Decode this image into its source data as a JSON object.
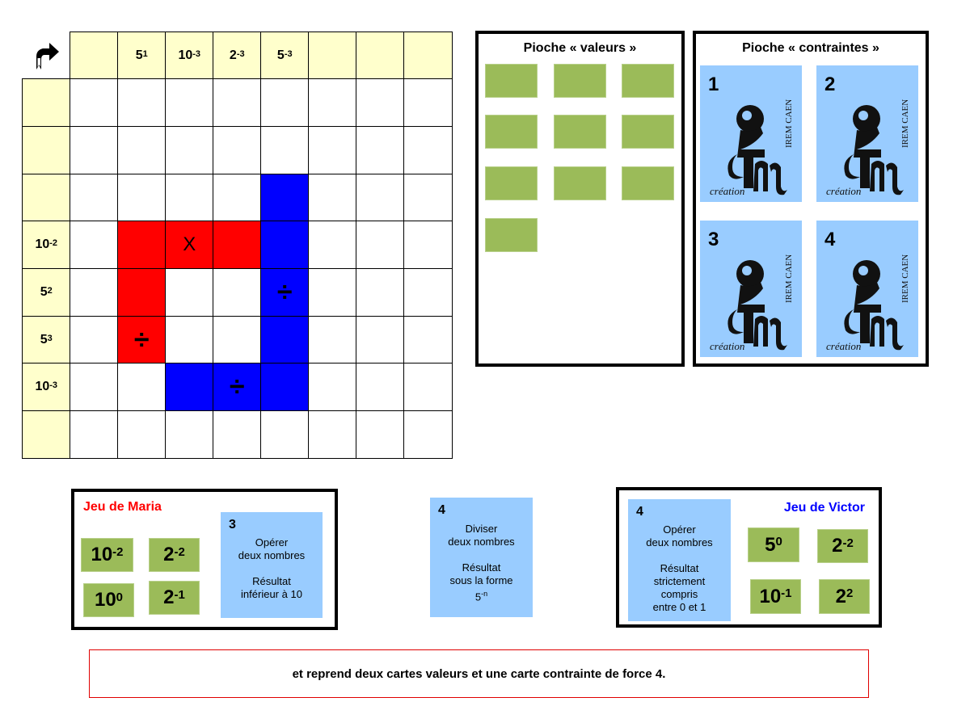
{
  "board": {
    "corner_icon": "share-arrow-icon",
    "column_headers": [
      {
        "base": "",
        "exp": ""
      },
      {
        "base": "5",
        "exp": "1"
      },
      {
        "base": "10",
        "exp": "-3"
      },
      {
        "base": "2",
        "exp": "-3"
      },
      {
        "base": "5",
        "exp": "-3"
      },
      {
        "base": "",
        "exp": ""
      },
      {
        "base": "",
        "exp": ""
      },
      {
        "base": "",
        "exp": ""
      }
    ],
    "row_headers": [
      {
        "base": "",
        "exp": ""
      },
      {
        "base": "",
        "exp": ""
      },
      {
        "base": "",
        "exp": ""
      },
      {
        "base": "10",
        "exp": "-2"
      },
      {
        "base": "5",
        "exp": "2"
      },
      {
        "base": "5",
        "exp": "3"
      },
      {
        "base": "10",
        "exp": "-3"
      },
      {
        "base": "",
        "exp": ""
      }
    ],
    "colored_cells": [
      {
        "row": 3,
        "col": 1,
        "color": "red",
        "symbol": ""
      },
      {
        "row": 3,
        "col": 2,
        "color": "red",
        "symbol": "X"
      },
      {
        "row": 3,
        "col": 3,
        "color": "red",
        "symbol": ""
      },
      {
        "row": 4,
        "col": 1,
        "color": "red",
        "symbol": ""
      },
      {
        "row": 5,
        "col": 1,
        "color": "red",
        "symbol": "÷"
      },
      {
        "row": 2,
        "col": 4,
        "color": "blue",
        "symbol": ""
      },
      {
        "row": 3,
        "col": 4,
        "color": "blue",
        "symbol": ""
      },
      {
        "row": 4,
        "col": 4,
        "color": "blue",
        "symbol": "÷"
      },
      {
        "row": 5,
        "col": 4,
        "color": "blue",
        "symbol": ""
      },
      {
        "row": 6,
        "col": 2,
        "color": "blue",
        "symbol": ""
      },
      {
        "row": 6,
        "col": 3,
        "color": "blue",
        "symbol": "÷"
      },
      {
        "row": 6,
        "col": 4,
        "color": "blue",
        "symbol": ""
      }
    ],
    "colors": {
      "red": "#FF0000",
      "blue": "#0000FF",
      "header": "#FFFFCC"
    }
  },
  "pioche_valeurs": {
    "title": "Pioche « valeurs »",
    "card_count": 10,
    "card_color": "#9BBB59"
  },
  "pioche_contraintes": {
    "title": "Pioche « contraintes »",
    "cards": [
      {
        "number": "1",
        "logo_text": "IREM CAEN",
        "logo_caption": "création"
      },
      {
        "number": "2",
        "logo_text": "IREM CAEN",
        "logo_caption": "création"
      },
      {
        "number": "3",
        "logo_text": "IREM CAEN",
        "logo_caption": "création"
      },
      {
        "number": "4",
        "logo_text": "IREM CAEN",
        "logo_caption": "création"
      }
    ],
    "card_color": "#99CCFF"
  },
  "maria": {
    "title": "Jeu de Maria",
    "title_color": "#FF0000",
    "values": [
      {
        "base": "10",
        "exp": "-2"
      },
      {
        "base": "2",
        "exp": "-2"
      },
      {
        "base": "10",
        "exp": "0"
      },
      {
        "base": "2",
        "exp": "-1"
      }
    ],
    "constraint": {
      "number": "3",
      "line1": "Opérer",
      "line2": "deux nombres",
      "line3": "Résultat",
      "line4": "inférieur à 10"
    }
  },
  "played_constraint": {
    "number": "4",
    "line1": "Diviser",
    "line2": "deux nombres",
    "line3": "Résultat",
    "line4": "sous la forme",
    "line5_base": "5",
    "line5_exp": "-n"
  },
  "victor": {
    "title": "Jeu de Victor",
    "title_color": "#0000FF",
    "values": [
      {
        "base": "5",
        "exp": "0"
      },
      {
        "base": "2",
        "exp": "-2"
      },
      {
        "base": "10",
        "exp": "-1"
      },
      {
        "base": "2",
        "exp": "2"
      }
    ],
    "constraint": {
      "number": "4",
      "line1": "Opérer",
      "line2": "deux nombres",
      "line3": "Résultat",
      "line4": "strictement",
      "line5": "compris",
      "line6": "entre 0 et 1"
    }
  },
  "message": {
    "text": "et reprend deux cartes valeurs et une carte contrainte de force 4.",
    "border_color": "#E00000"
  }
}
